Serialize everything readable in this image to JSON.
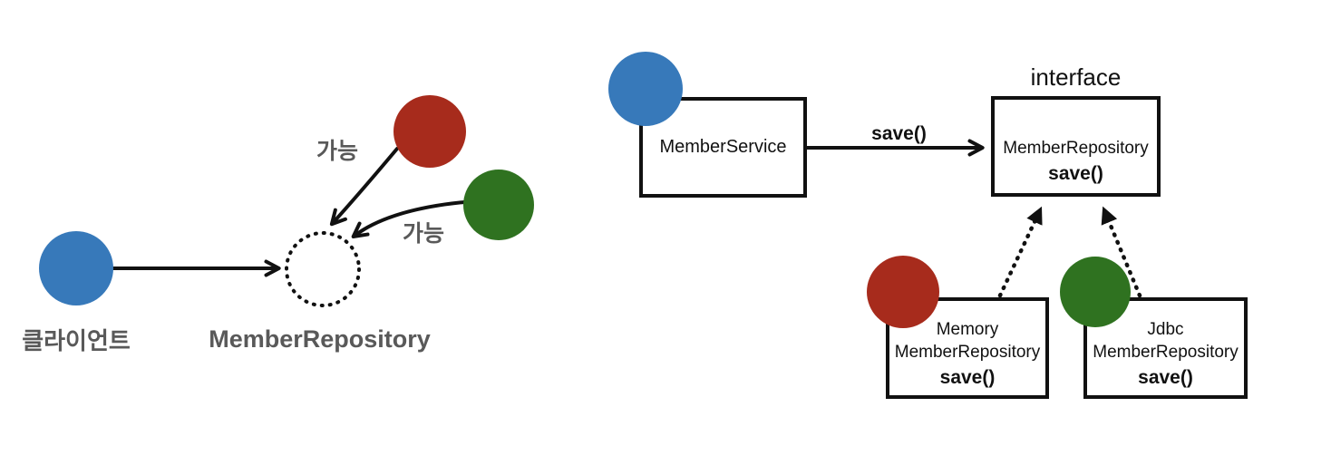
{
  "colors": {
    "actor_blue": "#3779BA",
    "actor_red": "#A72B1C",
    "actor_green": "#2F7220",
    "label_gray": "#595959",
    "line_black": "#111111"
  },
  "left_diagram": {
    "client_label": "클라이언트",
    "repository_label": "MemberRepository",
    "possible_label_red": "가능",
    "possible_label_green": "가능"
  },
  "right_diagram": {
    "member_service": {
      "label": "MemberService"
    },
    "save_arrow_label": "save()",
    "interface_box": {
      "stereotype": "interface",
      "name": "MemberRepository",
      "method": "save()"
    },
    "memory_impl": {
      "line1": "Memory",
      "line2": "MemberRepository",
      "method": "save()"
    },
    "jdbc_impl": {
      "line1": "Jdbc",
      "line2": "MemberRepository",
      "method": "save()"
    }
  }
}
